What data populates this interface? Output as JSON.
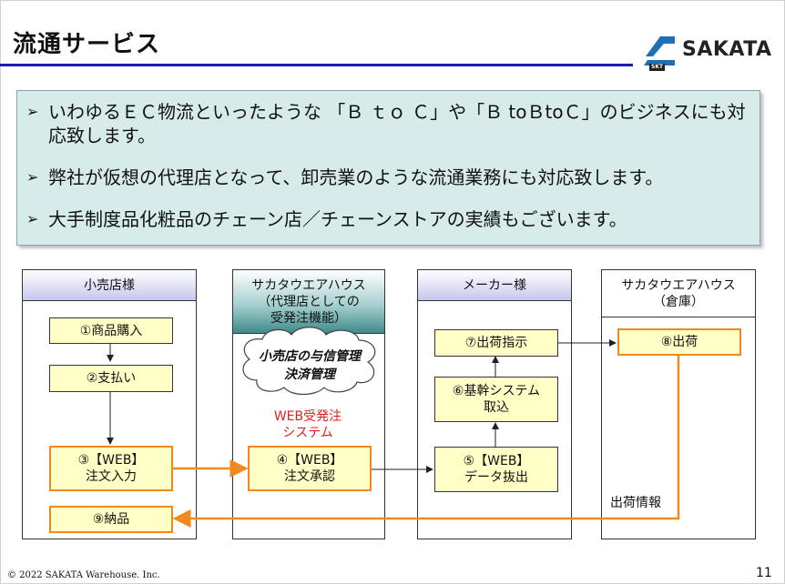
{
  "title": "流通サービス",
  "logo": {
    "text": "SAKATA",
    "sub": "SKT"
  },
  "bullets": [
    "いわゆるＥＣ物流といったような 「Ｂ ｔｏ Ｃ」や「Ｂ toＢtoＣ」のビジネスにも対応致します。",
    "弊社が仮想の代理店となって、卸売業のような流通業務にも対応致します。",
    "大手制度品化粧品のチェーン店／チェーンストアの実績もございます。"
  ],
  "bullet_symbol": "➢",
  "columns": {
    "retail": "小売店様",
    "agency": "サカタウエアハウス\n（代理店としての\n受発注機能）",
    "maker": "メーカー様",
    "warehouse": "サカタウエアハウス\n（倉庫）"
  },
  "steps": {
    "s1": "①商品購入",
    "s2": "②支払い",
    "s3": "③【WEB】\n注文入力",
    "s4": "④【WEB】\n注文承認",
    "s5": "⑤【WEB】\nデータ抜出",
    "s6": "⑥基幹システム\n取込",
    "s7": "⑦出荷指示",
    "s8": "⑧出荷",
    "s9": "⑨納品"
  },
  "cloud_text": "小売店の与信管理\n決済管理",
  "web_system": "WEB受発注\nシステム",
  "shipping_info": "出荷情報",
  "footer": "© 2022 SAKATA Warehouse. Inc.",
  "page_number": "11",
  "colors": {
    "accent_orange": "#f08a1e",
    "title_line": "#1b1bb0",
    "box_fill": "#ffffc6",
    "info_bg": "#d6ebea",
    "red": "#e02020"
  }
}
